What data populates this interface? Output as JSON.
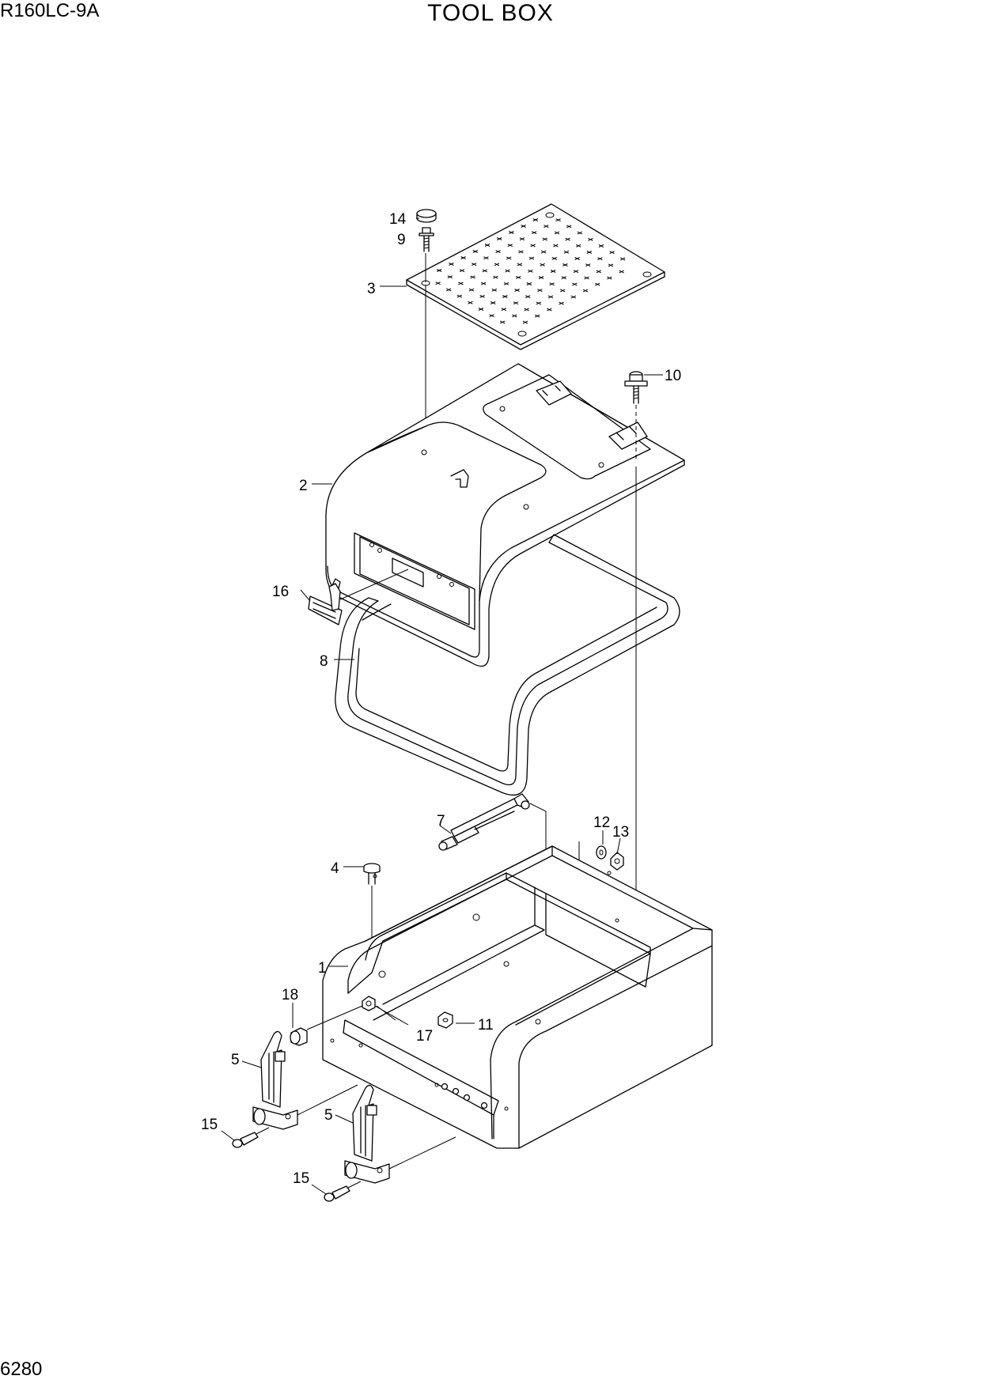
{
  "header": {
    "model": "R160LC-9A",
    "title": "TOOL BOX"
  },
  "footer": {
    "page_number": "6280"
  },
  "callouts": {
    "c1": "1",
    "c2": "2",
    "c3": "3",
    "c4": "4",
    "c5a": "5",
    "c5b": "5",
    "c7": "7",
    "c8": "8",
    "c9": "9",
    "c10": "10",
    "c11": "11",
    "c12": "12",
    "c13": "13",
    "c14": "14",
    "c15a": "15",
    "c15b": "15",
    "c16": "16",
    "c17": "17",
    "c18": "18"
  }
}
